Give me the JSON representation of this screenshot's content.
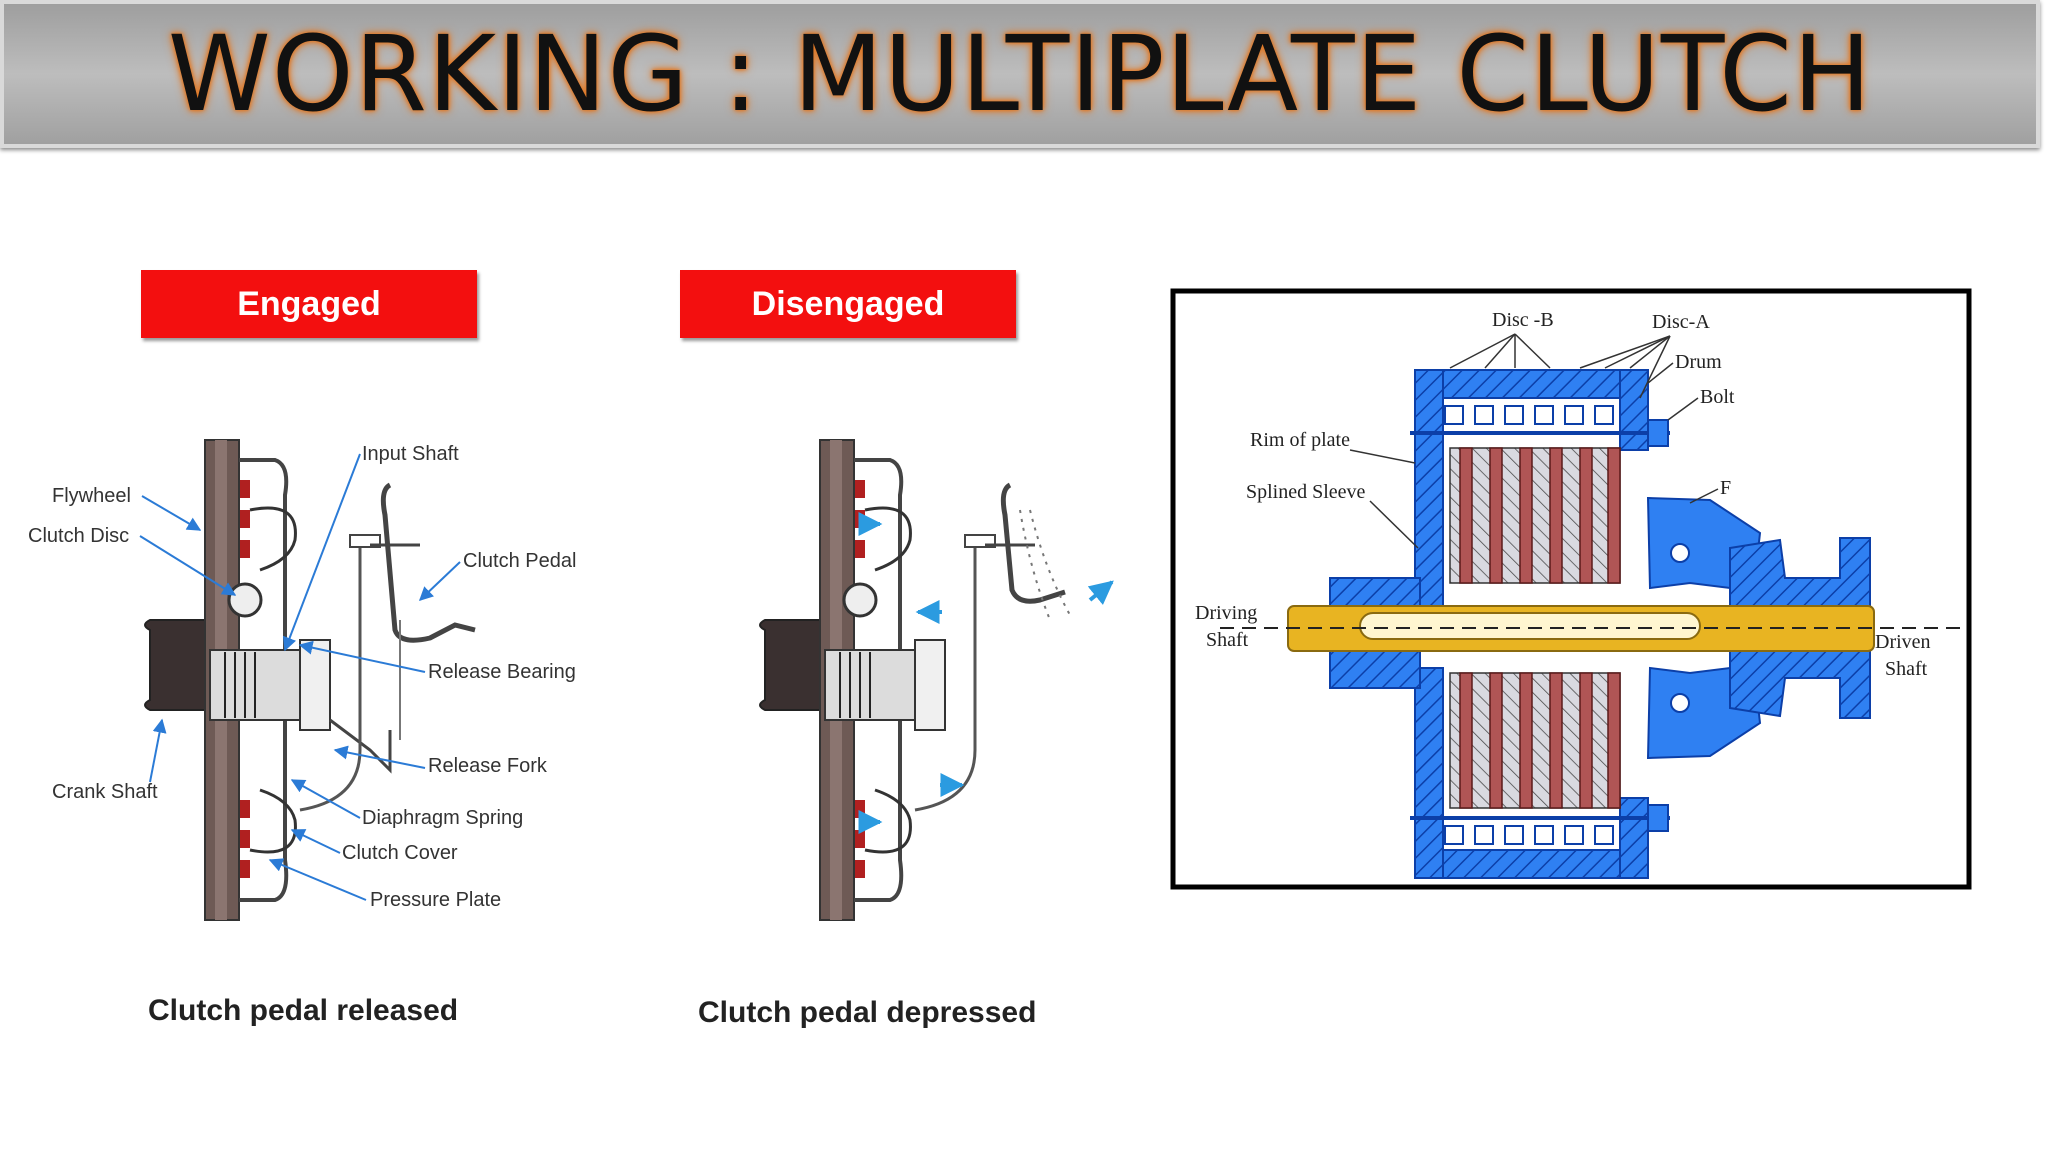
{
  "title": "WORKING : MULTIPLATE CLUTCH",
  "engaged": {
    "badge": "Engaged",
    "caption": "Clutch pedal released",
    "labels": {
      "flywheel": "Flywheel",
      "clutch_disc": "Clutch Disc",
      "crank_shaft": "Crank Shaft",
      "input_shaft": "Input Shaft",
      "clutch_pedal": "Clutch Pedal",
      "release_bearing": "Release Bearing",
      "release_fork": "Release Fork",
      "diaphragm_spring": "Diaphragm Spring",
      "clutch_cover": "Clutch Cover",
      "pressure_plate": "Pressure Plate"
    }
  },
  "disengaged": {
    "badge": "Disengaged",
    "caption": "Clutch pedal depressed"
  },
  "section": {
    "labels": {
      "disc_b": "Disc -B",
      "disc_a": "Disc-A",
      "drum": "Drum",
      "bolt": "Bolt",
      "rim_of_plate": "Rim of plate",
      "splined_sleeve": "Splined Sleeve",
      "f": "F",
      "driving_1": "Driving",
      "driving_2": "Shaft",
      "driven_1": "Driven",
      "driven_2": "Shaft"
    }
  },
  "colors": {
    "badge_red": "#f30f0f",
    "section_blue": "#1e6ff0",
    "shaft_yellow": "#e8b422",
    "plate_red": "#b05050",
    "title_glow": "#e07a28"
  }
}
